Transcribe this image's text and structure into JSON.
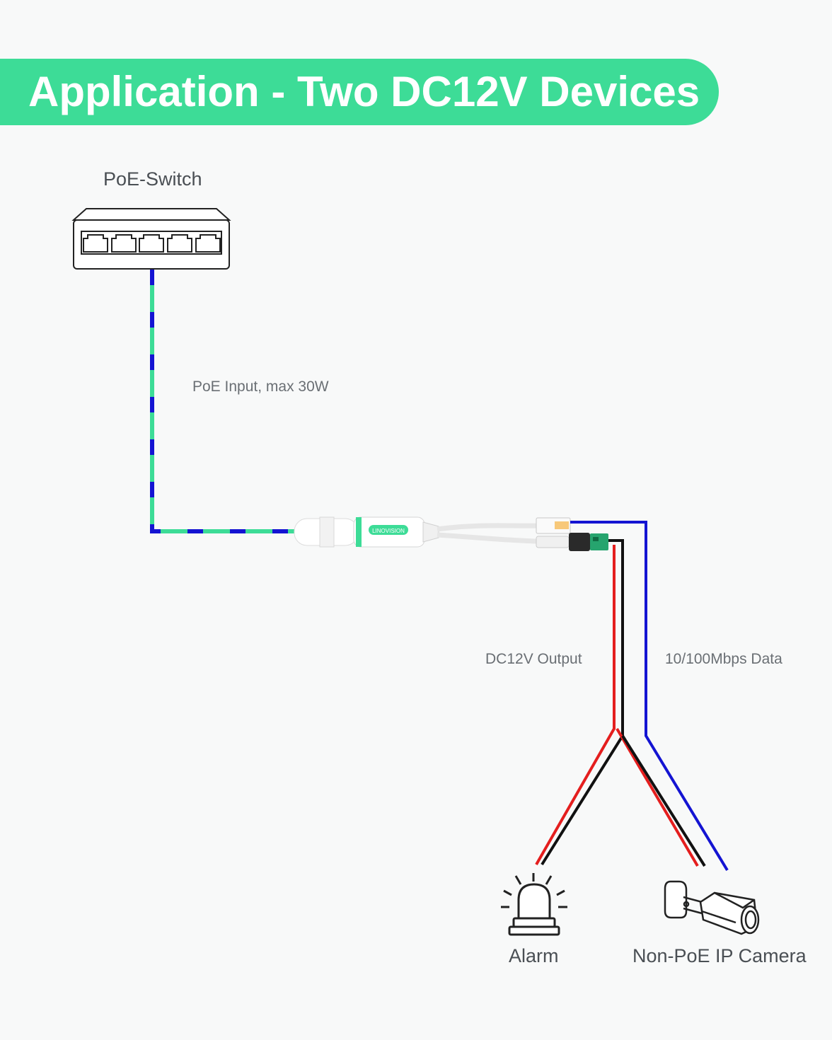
{
  "title": "Application - Two DC12V Devices",
  "devices": {
    "switch": "PoE-Switch",
    "alarm": "Alarm",
    "camera": "Non-PoE IP Camera"
  },
  "labels": {
    "poe_input": "PoE Input, max 30W",
    "dc_output": "DC12V Output",
    "data": "10/100Mbps Data"
  },
  "splitter_brand": "LINOVISION",
  "colors": {
    "accent": "#3ddc97",
    "data_line": "#1414d2",
    "power_red": "#e41e1e",
    "power_black": "#111111"
  },
  "icons": {
    "switch": "network-switch-icon",
    "splitter": "poe-splitter-icon",
    "alarm": "alarm-beacon-icon",
    "camera": "bullet-camera-icon"
  }
}
